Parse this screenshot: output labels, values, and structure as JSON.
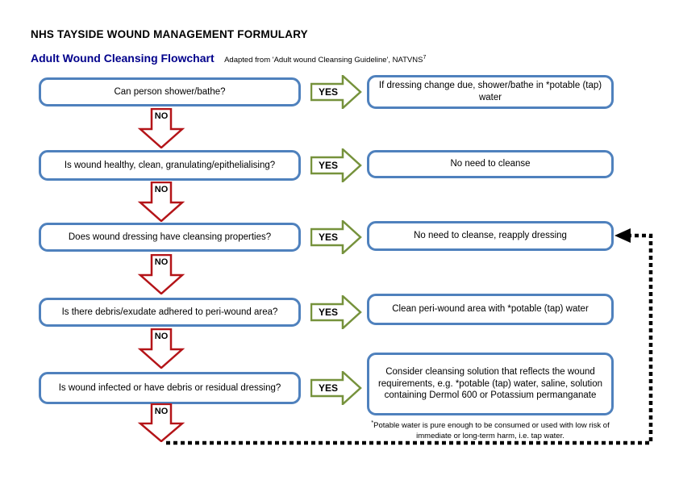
{
  "header": {
    "title": "NHS TAYSIDE WOUND MANAGEMENT FORMULARY",
    "subtitle": "Adult Wound Cleansing Flowchart",
    "subtitle_note": "Adapted from 'Adult wound Cleansing Guideline', NATVNS",
    "subtitle_note_sup": "7"
  },
  "flowchart": {
    "rows": [
      {
        "question": "Can person shower/bathe?",
        "yes_label": "YES",
        "no_label": "NO",
        "answer": "If dressing change due, shower/bathe in *potable (tap) water"
      },
      {
        "question": "Is wound healthy, clean, granulating/epithelialising?",
        "yes_label": "YES",
        "no_label": "NO",
        "answer": "No need to cleanse"
      },
      {
        "question": "Does wound dressing have cleansing properties?",
        "yes_label": "YES",
        "no_label": "NO",
        "answer": "No need to cleanse, reapply dressing"
      },
      {
        "question": "Is there debris/exudate adhered to peri-wound area?",
        "yes_label": "YES",
        "no_label": "NO",
        "answer": "Clean peri-wound area with *potable (tap) water"
      },
      {
        "question": "Is wound infected or have debris or residual dressing?",
        "yes_label": "YES",
        "no_label": "NO",
        "answer": "Consider cleansing solution that reflects the wound requirements, e.g. *potable (tap) water, saline, solution containing Dermol 600 or Potassium permanganate"
      }
    ],
    "final_no_label": "NO",
    "footnote_sup": "*",
    "footnote": "Potable water is pure enough to be consumed or used with low risk of immediate or long-term harm, i.e. tap water."
  },
  "colors": {
    "box_border": "#4f81bd",
    "yes_arrow": "#76923c",
    "no_arrow": "#b41418",
    "subtitle": "#00008b",
    "feedback_line": "#000000"
  }
}
